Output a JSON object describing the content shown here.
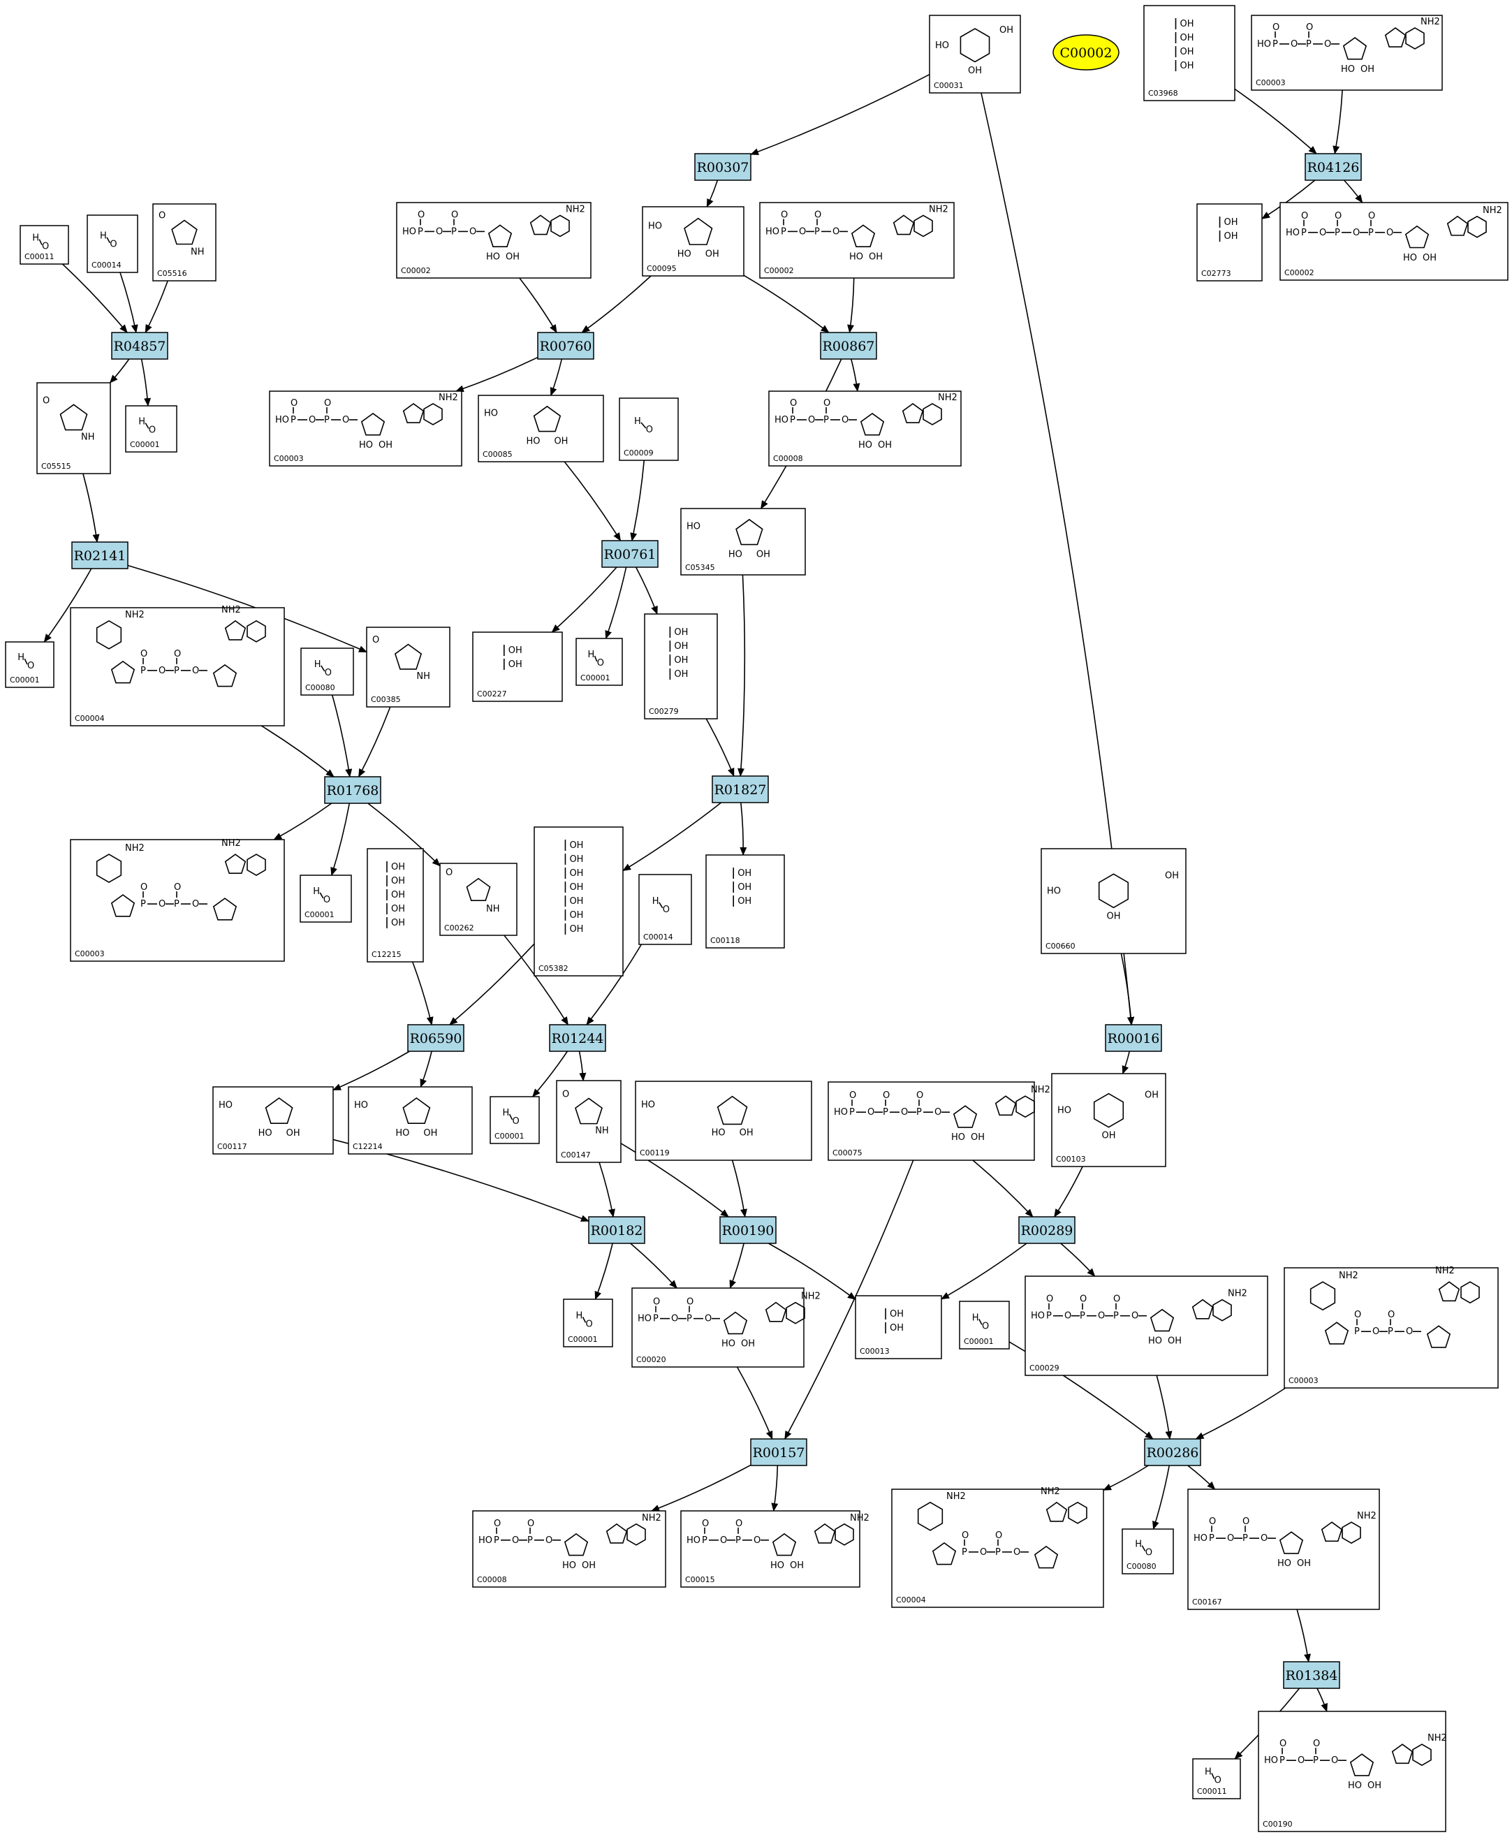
{
  "title_node": {
    "label": "C00002",
    "fill": "#ffff00"
  },
  "colors": {
    "reaction_fill": "#add8e6",
    "edge": "#000000",
    "box_stroke": "#000000"
  },
  "reactions": [
    {
      "id": "R00307",
      "label": "R00307"
    },
    {
      "id": "R04126",
      "label": "R04126"
    },
    {
      "id": "R04857",
      "label": "R04857"
    },
    {
      "id": "R00760",
      "label": "R00760"
    },
    {
      "id": "R00867",
      "label": "R00867"
    },
    {
      "id": "R02141",
      "label": "R02141"
    },
    {
      "id": "R00761",
      "label": "R00761"
    },
    {
      "id": "R01768",
      "label": "R01768"
    },
    {
      "id": "R01827",
      "label": "R01827"
    },
    {
      "id": "R06590",
      "label": "R06590"
    },
    {
      "id": "R01244",
      "label": "R01244"
    },
    {
      "id": "R00016",
      "label": "R00016"
    },
    {
      "id": "R00182",
      "label": "R00182"
    },
    {
      "id": "R00190",
      "label": "R00190"
    },
    {
      "id": "R00289",
      "label": "R00289"
    },
    {
      "id": "R00157",
      "label": "R00157"
    },
    {
      "id": "R00286",
      "label": "R00286"
    },
    {
      "id": "R01384",
      "label": "R01384"
    }
  ],
  "compounds": [
    {
      "id": "n_C00031",
      "label": "C00031",
      "kind": "hexose"
    },
    {
      "id": "n_C03968",
      "label": "C03968",
      "kind": "chain"
    },
    {
      "id": "n_C00003_top",
      "label": "C00003",
      "kind": "nucleotide"
    },
    {
      "id": "n_C00002_a",
      "label": "C00002",
      "kind": "nucleotide"
    },
    {
      "id": "n_C00095",
      "label": "C00095",
      "kind": "furanose"
    },
    {
      "id": "n_C00002_b",
      "label": "C00002",
      "kind": "nucleotide"
    },
    {
      "id": "n_C02773",
      "label": "C02773",
      "kind": "chain"
    },
    {
      "id": "n_C00002_c",
      "label": "C00002",
      "kind": "nucleotide"
    },
    {
      "id": "n_C00011",
      "label": "C00011",
      "kind": "small"
    },
    {
      "id": "n_C00014",
      "label": "C00014",
      "kind": "small"
    },
    {
      "id": "n_C05516",
      "label": "C05516",
      "kind": "ring"
    },
    {
      "id": "n_C00003_a",
      "label": "C00003",
      "kind": "nucleotide"
    },
    {
      "id": "n_C00085",
      "label": "C00085",
      "kind": "furanose"
    },
    {
      "id": "n_C00009",
      "label": "C00009",
      "kind": "small"
    },
    {
      "id": "n_C00008",
      "label": "C00008",
      "kind": "nucleotide"
    },
    {
      "id": "n_C05515",
      "label": "C05515",
      "kind": "ring"
    },
    {
      "id": "n_C00001_a",
      "label": "C00001",
      "kind": "small"
    },
    {
      "id": "n_C05345",
      "label": "C05345",
      "kind": "furanose"
    },
    {
      "id": "n_C00001_b",
      "label": "C00001",
      "kind": "small"
    },
    {
      "id": "n_C00004_a",
      "label": "C00004",
      "kind": "dinucleotide"
    },
    {
      "id": "n_C00080_a",
      "label": "C00080",
      "kind": "small"
    },
    {
      "id": "n_C00385",
      "label": "C00385",
      "kind": "ring"
    },
    {
      "id": "n_C00227",
      "label": "C00227",
      "kind": "chain"
    },
    {
      "id": "n_C00001_c",
      "label": "C00001",
      "kind": "small"
    },
    {
      "id": "n_C00279",
      "label": "C00279",
      "kind": "chain"
    },
    {
      "id": "n_C00003_b",
      "label": "C00003",
      "kind": "dinucleotide"
    },
    {
      "id": "n_C00001_d",
      "label": "C00001",
      "kind": "small"
    },
    {
      "id": "n_C12215",
      "label": "C12215",
      "kind": "chain"
    },
    {
      "id": "n_C00262",
      "label": "C00262",
      "kind": "ring"
    },
    {
      "id": "n_C05382",
      "label": "C05382",
      "kind": "chain"
    },
    {
      "id": "n_C00014_b",
      "label": "C00014",
      "kind": "small"
    },
    {
      "id": "n_C00118",
      "label": "C00118",
      "kind": "chain"
    },
    {
      "id": "n_C00660",
      "label": "C00660",
      "kind": "hexose"
    },
    {
      "id": "n_C00117",
      "label": "C00117",
      "kind": "furanose"
    },
    {
      "id": "n_C12214",
      "label": "C12214",
      "kind": "furanose"
    },
    {
      "id": "n_C00001_e",
      "label": "C00001",
      "kind": "small"
    },
    {
      "id": "n_C00147",
      "label": "C00147",
      "kind": "ring"
    },
    {
      "id": "n_C00119",
      "label": "C00119",
      "kind": "furanose"
    },
    {
      "id": "n_C00075",
      "label": "C00075",
      "kind": "nucleotide"
    },
    {
      "id": "n_C00103",
      "label": "C00103",
      "kind": "hexose"
    },
    {
      "id": "n_C00001_f",
      "label": "C00001",
      "kind": "small"
    },
    {
      "id": "n_C00020",
      "label": "C00020",
      "kind": "nucleotide"
    },
    {
      "id": "n_C00013",
      "label": "C00013",
      "kind": "chain"
    },
    {
      "id": "n_C00001_g",
      "label": "C00001",
      "kind": "small"
    },
    {
      "id": "n_C00029",
      "label": "C00029",
      "kind": "nucleotide"
    },
    {
      "id": "n_C00003_c",
      "label": "C00003",
      "kind": "dinucleotide"
    },
    {
      "id": "n_C00008_b",
      "label": "C00008",
      "kind": "nucleotide"
    },
    {
      "id": "n_C00015",
      "label": "C00015",
      "kind": "nucleotide"
    },
    {
      "id": "n_C00004_b",
      "label": "C00004",
      "kind": "dinucleotide"
    },
    {
      "id": "n_C00080_b",
      "label": "C00080",
      "kind": "small"
    },
    {
      "id": "n_C00167",
      "label": "C00167",
      "kind": "nucleotide"
    },
    {
      "id": "n_C00011_b",
      "label": "C00011",
      "kind": "small"
    },
    {
      "id": "n_C00190",
      "label": "C00190",
      "kind": "nucleotide"
    }
  ],
  "edges": [
    [
      "n_C00031",
      "R00307"
    ],
    [
      "R00307",
      "n_C00095"
    ],
    [
      "n_C00031",
      "R00016"
    ],
    [
      "n_C03968",
      "R04126"
    ],
    [
      "n_C00003_top",
      "R04126"
    ],
    [
      "R04126",
      "n_C02773"
    ],
    [
      "R04126",
      "n_C00002_c"
    ],
    [
      "n_C00011",
      "R04857"
    ],
    [
      "n_C00014",
      "R04857"
    ],
    [
      "n_C05516",
      "R04857"
    ],
    [
      "R04857",
      "n_C05515"
    ],
    [
      "R04857",
      "n_C00001_a"
    ],
    [
      "n_C00002_a",
      "R00760"
    ],
    [
      "n_C00095",
      "R00760"
    ],
    [
      "R00760",
      "n_C00003_a"
    ],
    [
      "R00760",
      "n_C00085"
    ],
    [
      "n_C00095",
      "R00867"
    ],
    [
      "n_C00002_b",
      "R00867"
    ],
    [
      "R00867",
      "n_C00008"
    ],
    [
      "R00867",
      "n_C05345"
    ],
    [
      "n_C05515",
      "R02141"
    ],
    [
      "R02141",
      "n_C00001_b"
    ],
    [
      "R02141",
      "n_C00385"
    ],
    [
      "n_C00085",
      "R00761"
    ],
    [
      "n_C00009",
      "R00761"
    ],
    [
      "R00761",
      "n_C00227"
    ],
    [
      "R00761",
      "n_C00001_c"
    ],
    [
      "R00761",
      "n_C00279"
    ],
    [
      "n_C00004_a",
      "R01768"
    ],
    [
      "n_C00080_a",
      "R01768"
    ],
    [
      "n_C00385",
      "R01768"
    ],
    [
      "R01768",
      "n_C00003_b"
    ],
    [
      "R01768",
      "n_C00001_d"
    ],
    [
      "R01768",
      "n_C00262"
    ],
    [
      "n_C00279",
      "R01827"
    ],
    [
      "n_C05345",
      "R01827"
    ],
    [
      "R01827",
      "n_C05382"
    ],
    [
      "R01827",
      "n_C00118"
    ],
    [
      "n_C12215",
      "R06590"
    ],
    [
      "n_C05382",
      "R06590"
    ],
    [
      "R06590",
      "n_C00117"
    ],
    [
      "R06590",
      "n_C12214"
    ],
    [
      "n_C00262",
      "R01244"
    ],
    [
      "n_C00014_b",
      "R01244"
    ],
    [
      "R01244",
      "n_C00001_e"
    ],
    [
      "R01244",
      "n_C00147"
    ],
    [
      "n_C00660",
      "R00016"
    ],
    [
      "R00016",
      "n_C00103"
    ],
    [
      "n_C00117",
      "R00182"
    ],
    [
      "n_C00147",
      "R00182"
    ],
    [
      "R00182",
      "n_C00001_f"
    ],
    [
      "R00182",
      "n_C00020"
    ],
    [
      "n_C00119",
      "R00190"
    ],
    [
      "n_C00147",
      "R00190"
    ],
    [
      "R00190",
      "n_C00020"
    ],
    [
      "R00190",
      "n_C00013"
    ],
    [
      "n_C00075",
      "R00289"
    ],
    [
      "n_C00103",
      "R00289"
    ],
    [
      "R00289",
      "n_C00013"
    ],
    [
      "R00289",
      "n_C00029"
    ],
    [
      "n_C00020",
      "R00157"
    ],
    [
      "n_C00075",
      "R00157"
    ],
    [
      "R00157",
      "n_C00008_b"
    ],
    [
      "R00157",
      "n_C00015"
    ],
    [
      "n_C00001_g",
      "R00286"
    ],
    [
      "n_C00029",
      "R00286"
    ],
    [
      "n_C00003_c",
      "R00286"
    ],
    [
      "R00286",
      "n_C00004_b"
    ],
    [
      "R00286",
      "n_C00080_b"
    ],
    [
      "R00286",
      "n_C00167"
    ],
    [
      "n_C00167",
      "R01384"
    ],
    [
      "R01384",
      "n_C00011_b"
    ],
    [
      "R01384",
      "n_C00190"
    ]
  ]
}
